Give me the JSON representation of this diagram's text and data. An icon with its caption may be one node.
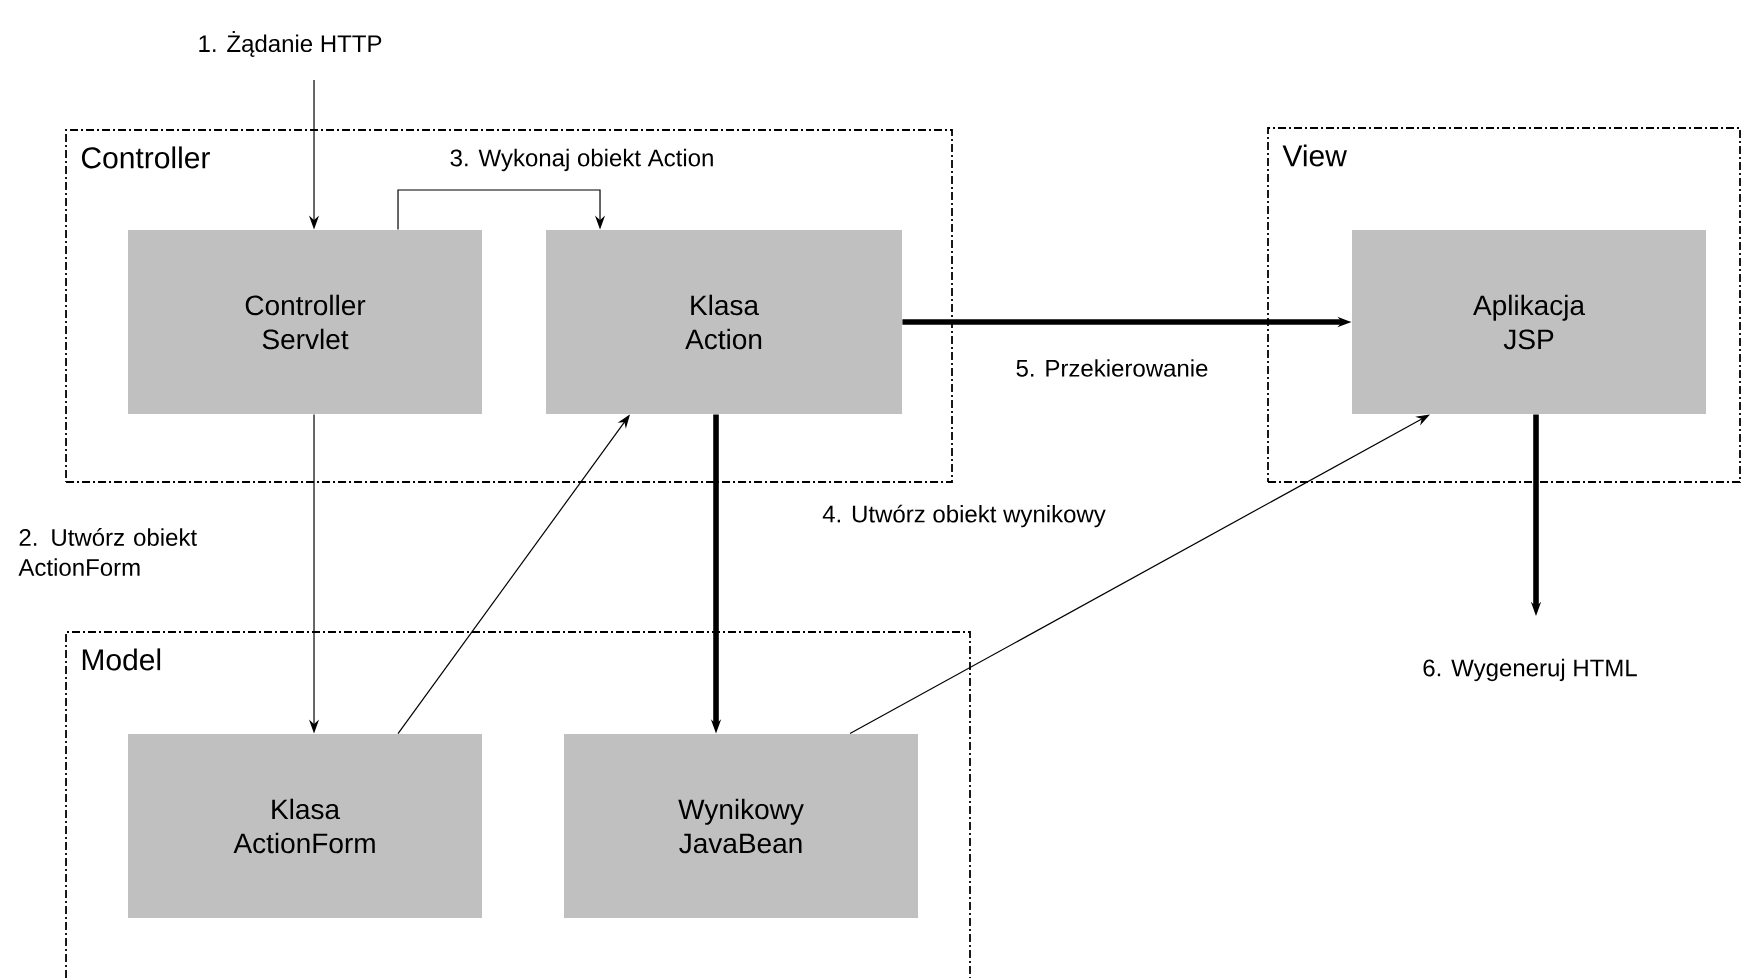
{
  "diagram": {
    "nodes": [
      {
        "text": [
          "Controller"
        ]
      },
      {
        "text": [
          "Controller Servlet"
        ],
        "in": 0
      },
      {
        "text": [
          "Klasa Action"
        ],
        "in": 0
      },
      {
        "text": [
          "View"
        ]
      },
      {
        "text": [
          "Aplikacja JSP"
        ],
        "in": 3
      },
      {
        "text": [
          "Model"
        ]
      },
      {
        "text": [
          "Klasa ActionForm"
        ],
        "in": 5
      },
      {
        "text": [
          "Wynikowy JavaBean"
        ],
        "in": 5
      }
    ],
    "edges": [
      {
        "from": null,
        "to": 1,
        "arrow": "to",
        "label": "1. Żądanie HTTP"
      },
      {
        "from": 1,
        "to": 2,
        "arrow": "to",
        "label": "3. Wykonaj obiekt Action"
      },
      {
        "from": 2,
        "to": 4,
        "arrow": "to",
        "label": "5. Przekierowanie",
        "style": "thick"
      },
      {
        "from": 1,
        "to": 6,
        "arrow": "to",
        "label": "2. Utwórz obiekt ActionForm"
      },
      {
        "from": 6,
        "to": 2,
        "arrow": "to"
      },
      {
        "from": 2,
        "to": 7,
        "arrow": "to",
        "label": "4. Utwórz obiekt wynikowy",
        "style": "thick"
      },
      {
        "from": 7,
        "to": 4,
        "arrow": "to"
      },
      {
        "from": 4,
        "to": null,
        "arrow": "to",
        "label": "6. Wygeneruj HTML",
        "style": "thick"
      }
    ]
  }
}
